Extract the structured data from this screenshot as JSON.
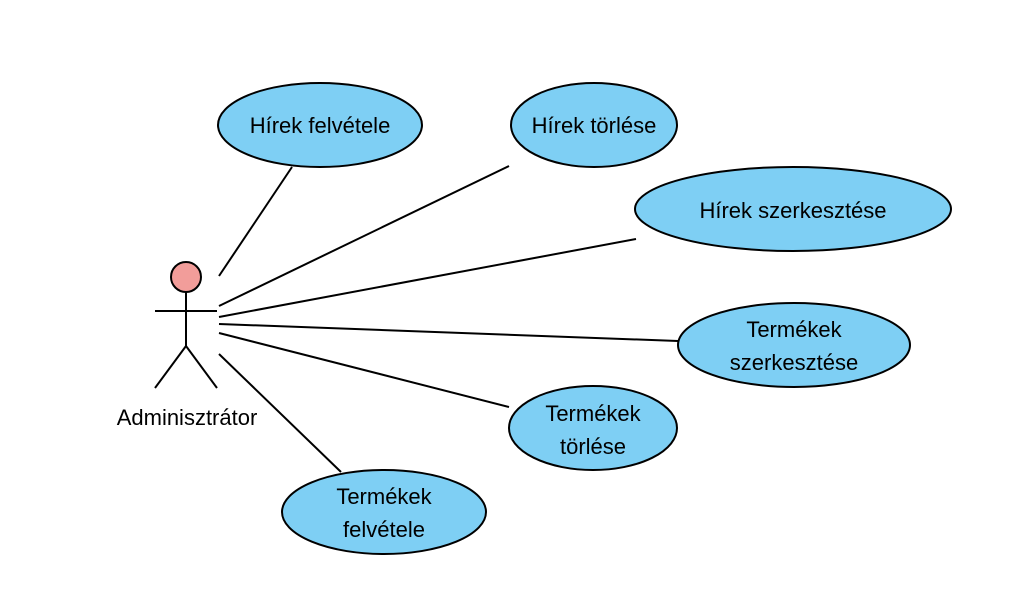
{
  "colors": {
    "use_case_fill": "#7ecff4",
    "actor_head_fill": "#f29d9a",
    "stroke": "#000000",
    "background": "#ffffff"
  },
  "actor": {
    "label": "Adminisztrátor"
  },
  "use_cases": [
    {
      "id": "hirek-felvetele",
      "lines": [
        "Hírek felvétele"
      ]
    },
    {
      "id": "hirek-torlese",
      "lines": [
        "Hírek törlése"
      ]
    },
    {
      "id": "hirek-szerkesztese",
      "lines": [
        "Hírek szerkesztése"
      ]
    },
    {
      "id": "termekek-szerkesztese",
      "lines": [
        "Termékek",
        "szerkesztése"
      ]
    },
    {
      "id": "termekek-torlese",
      "lines": [
        "Termékek",
        "törlése"
      ]
    },
    {
      "id": "termekek-felvetele",
      "lines": [
        "Termékek",
        "felvétele"
      ]
    }
  ]
}
